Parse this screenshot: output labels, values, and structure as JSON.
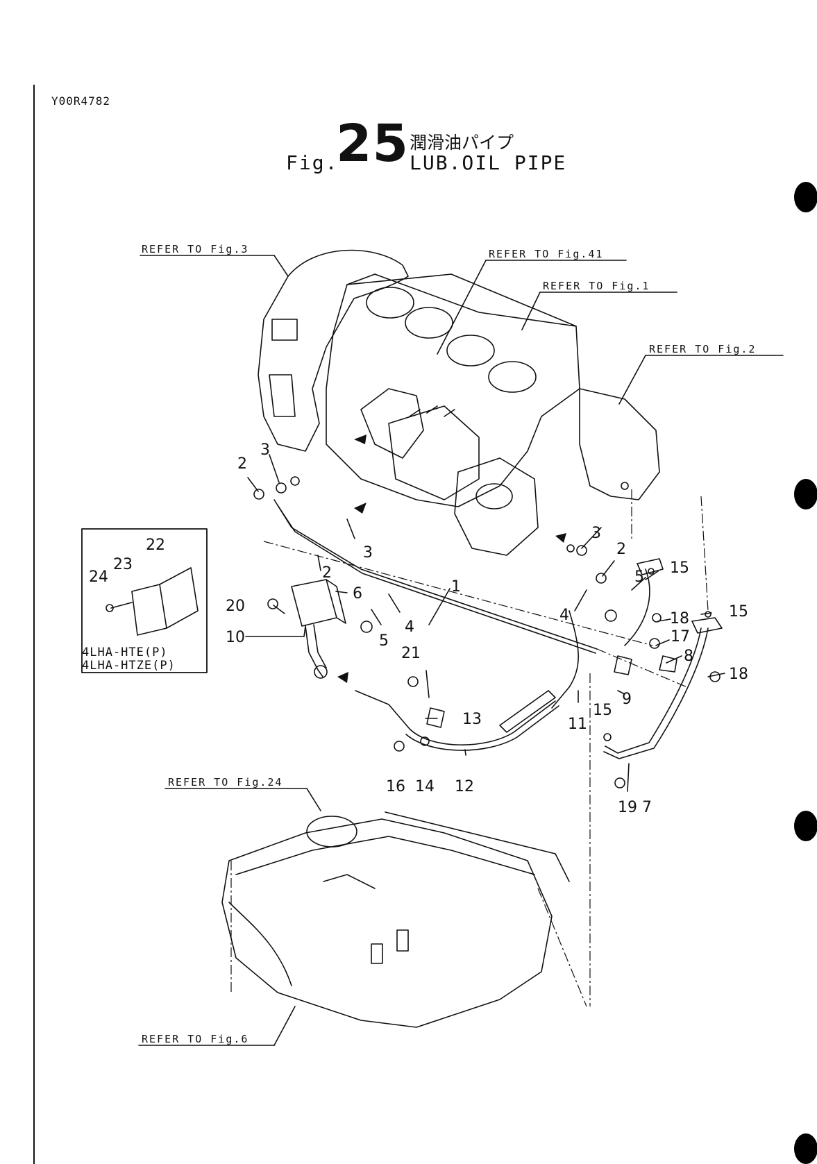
{
  "document": {
    "id": "Y00R4782"
  },
  "title": {
    "prefix": "Fig.",
    "number": "25",
    "japanese": "潤滑油パイプ",
    "english": "LUB.OIL PIPE"
  },
  "references": {
    "fig3": "REFER TO Fig.3",
    "fig41": "REFER TO Fig.41",
    "fig1": "REFER TO Fig.1",
    "fig2": "REFER TO Fig.2",
    "fig24": "REFER TO Fig.24",
    "fig6": "REFER TO Fig.6"
  },
  "inset": {
    "models": [
      "4LHA-HTE(P)",
      "4LHA-HTZE(P)"
    ]
  },
  "callouts": [
    "1",
    "2",
    "3",
    "4",
    "5",
    "6",
    "7",
    "8",
    "9",
    "10",
    "11",
    "12",
    "13",
    "14",
    "15",
    "16",
    "17",
    "18",
    "19",
    "20",
    "21",
    "22",
    "23",
    "24"
  ]
}
